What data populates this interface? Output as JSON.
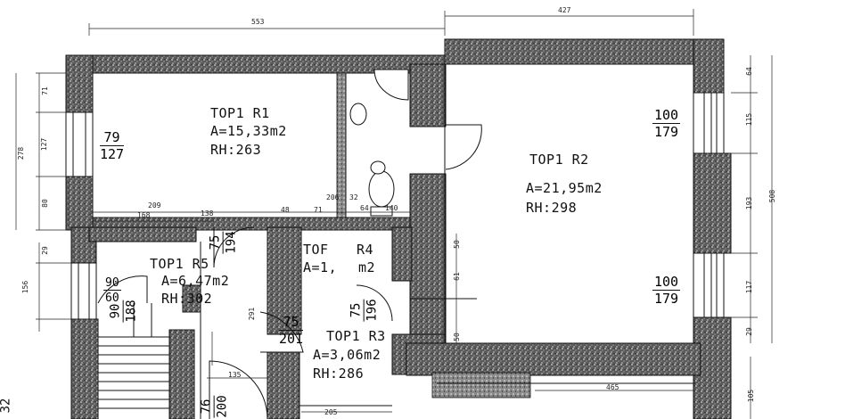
{
  "rooms": {
    "r1": {
      "name": "TOP1 R1",
      "area": "A=15,33m2",
      "height": "RH:263"
    },
    "r2": {
      "name": "TOP1 R2",
      "area": "A=21,95m2",
      "height": "RH:298"
    },
    "r3": {
      "name": "TOP1 R3",
      "area": "A=3,06m2",
      "height": "RH:286"
    },
    "r4": {
      "name": "TOF",
      "name2": "R4",
      "area": "A=1,",
      "area2": "m2"
    },
    "r5": {
      "name": "TOP1 R5",
      "area": "A=6,47m2",
      "height": "RH:302"
    }
  },
  "window_marks": {
    "w1": {
      "num": "79",
      "den": "127"
    },
    "w2": {
      "num": "100",
      "den": "179"
    },
    "w3": {
      "num": "100",
      "den": "179"
    }
  },
  "door_marks": {
    "d1": {
      "num": "75",
      "den": "194"
    },
    "d2": {
      "num": "90",
      "den": "188"
    },
    "d3": {
      "num": "75",
      "den": "201"
    },
    "d4": {
      "num": "75",
      "den": "196"
    },
    "d5": {
      "num": "76",
      "den": "200"
    },
    "d6": {
      "num": "90",
      "den": "60"
    }
  },
  "dimensions": {
    "top_left": "553",
    "top_right": "427",
    "left_71": "71",
    "left_127": "127",
    "left_80": "80",
    "left_278": "278",
    "left_29": "29",
    "left_156": "156",
    "r1_bottom_209": "209",
    "r1_bottom_168": "168",
    "d_138": "138",
    "d_48": "48",
    "d_71": "71",
    "d_206": "206",
    "d_64": "64",
    "d_140": "140",
    "d_32": "32",
    "right_64": "64",
    "right_115": "115",
    "right_193": "193",
    "right_117": "117",
    "right_29": "29",
    "right_508": "508",
    "right_105": "105",
    "v_50": "50",
    "v_61": "61",
    "v_291": "291",
    "b_135": "135",
    "b_205": "205",
    "b_465": "465",
    "corner_text": "32"
  }
}
